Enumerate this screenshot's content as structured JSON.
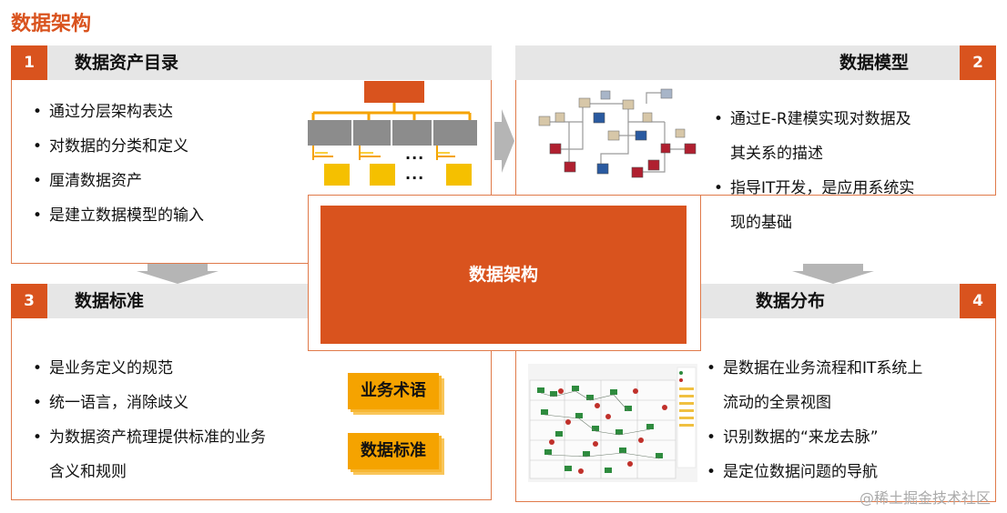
{
  "page_title": "数据架构",
  "center_label": "数据架构",
  "panels": [
    {
      "number": "1",
      "title": "数据资产目录",
      "bullets": [
        "通过分层架构表达",
        "对数据的分类和定义",
        "厘清数据资产",
        "是建立数据模型的输入"
      ]
    },
    {
      "number": "2",
      "title": "数据模型",
      "bullets": [
        "通过E-R建模实现对数据及",
        "其关系的描述",
        "指导IT开发，是应用系统实",
        "现的基础"
      ]
    },
    {
      "number": "3",
      "title": "数据标准",
      "bullets": [
        "是业务定义的规范",
        "统一语言，消除歧义",
        "为数据资产梳理提供标准的业务",
        "含义和规则"
      ],
      "tags": [
        "业务术语",
        "数据标准"
      ]
    },
    {
      "number": "4",
      "title": "数据分布",
      "bullets": [
        "是数据在业务流程和IT系统上",
        "流动的全景视图",
        "识别数据的“来龙去脉”",
        "是定位数据问题的导航"
      ]
    }
  ],
  "hierarchy_ellipsis": [
    "...",
    "..."
  ],
  "watermark": "@稀土掘金技术社区",
  "colors": {
    "accent": "#d9531e",
    "header_bg": "#e6e6e6",
    "tag": "#f5a300",
    "hierarchy_bar": "#8c8c8c"
  }
}
